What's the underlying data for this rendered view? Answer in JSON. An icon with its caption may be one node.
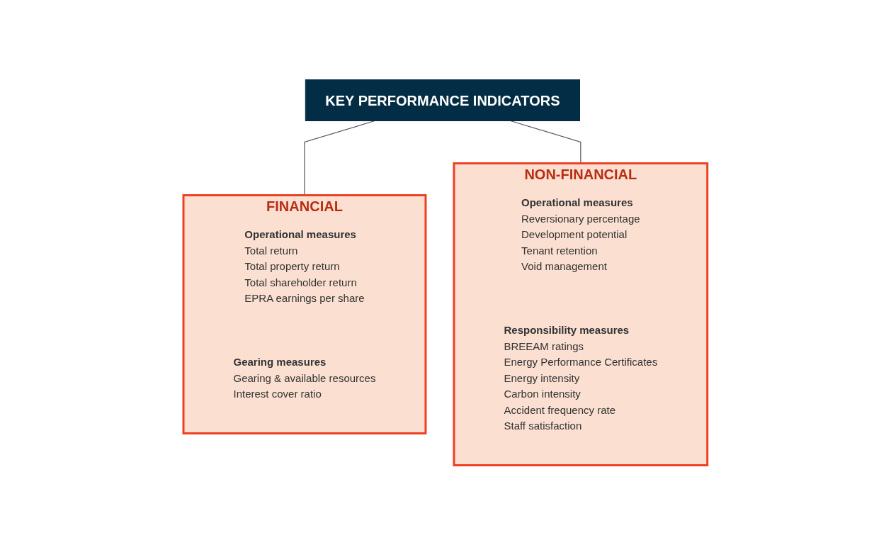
{
  "diagram": {
    "nodes": [
      {
        "text": [
          "KEY PERFORMANCE INDICATORS"
        ]
      },
      {
        "text": [
          "FINANCIAL"
        ]
      },
      {
        "text": [
          "Operational measures",
          "Total return",
          "Total property return",
          "Total shareholder return",
          "EPRA earnings per share"
        ],
        "in": 1
      },
      {
        "text": [
          "Gearing measures",
          "Gearing & available resources",
          "Interest cover ratio"
        ],
        "in": 1
      },
      {
        "text": [
          "NON-FINANCIAL"
        ]
      },
      {
        "text": [
          "Operational measures",
          "Reversionary percentage",
          "Development potential",
          "Tenant retention",
          "Void management"
        ],
        "in": 4
      },
      {
        "text": [
          "Responsibility measures",
          "BREEAM ratings",
          "Energy Performance Certificates",
          "Energy intensity",
          "Carbon intensity",
          "Accident frequency rate",
          "Staff satisfaction"
        ],
        "in": 4
      }
    ],
    "edges": [
      {
        "from": 0,
        "to": 1,
        "arrow": "none"
      },
      {
        "from": 0,
        "to": 4,
        "arrow": "none"
      }
    ]
  }
}
